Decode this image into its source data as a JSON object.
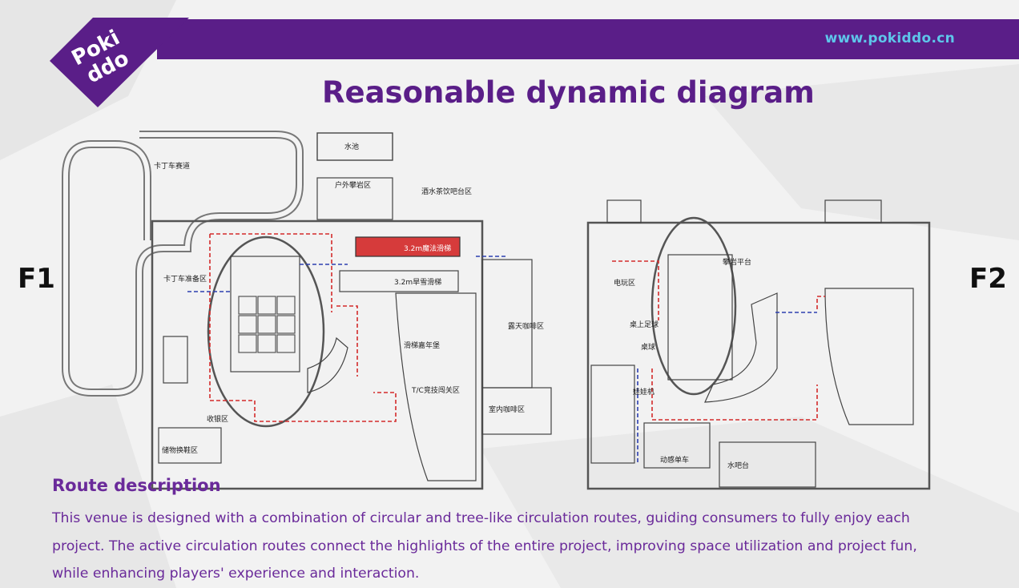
{
  "brand": {
    "logo_text": "Poki ddo",
    "url": "www.pokiddo.cn"
  },
  "title": "Reasonable dynamic diagram",
  "floors": {
    "f1": "F1",
    "f2": "F2"
  },
  "plan_labels": {
    "kart_track": "卡丁车赛道",
    "pool": "水池",
    "climbing": "户外攀岩区",
    "tea_bar": "酒水茶饮吧台区",
    "slide1": "3.2m魔法滑梯",
    "slide2": "3.2m旱雪滑梯",
    "kart_prep": "卡丁车准备区",
    "outdoor_cafe": "露天咖啡区",
    "slide_castle": "滑梯嘉年堡",
    "tc_zone": "T/C竞技闯关区",
    "indoor_cafe": "室内咖啡区",
    "cashier": "收银区",
    "storage": "储物换鞋区",
    "arcade": "电玩区",
    "climb_frame": "攀岩平台",
    "ball_game": "桌上足球",
    "table_ball": "桌球",
    "claw": "娃娃机",
    "bike": "动感单车",
    "water_bar": "水吧台"
  },
  "route": {
    "title": "Route description",
    "lines": [
      "This venue is designed with a combination of circular and tree-like circulation routes, guiding consumers to fully enjoy each",
      "project. The active circulation routes connect the highlights of the entire project, improving space utilization and project fun,",
      "while enhancing players' experience and interaction."
    ]
  },
  "colors": {
    "brand_purple": "#5a1e88",
    "url_blue": "#5ec6ea",
    "route_red": "#d32b2b",
    "route_blue": "#2c3fb0"
  }
}
